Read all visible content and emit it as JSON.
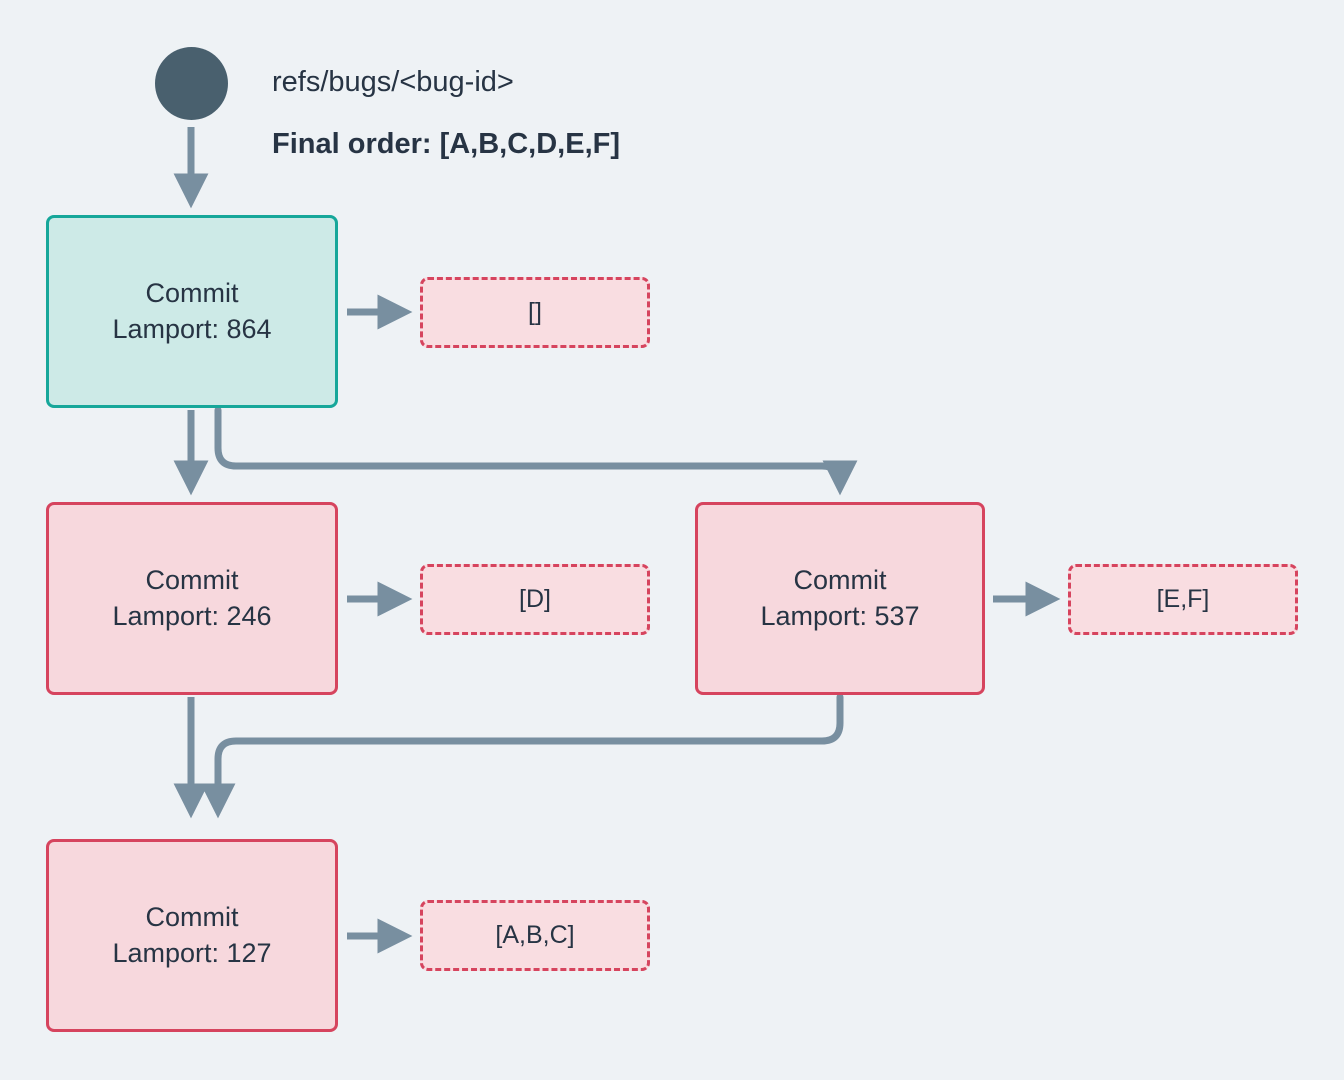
{
  "diagram": {
    "title_ref": "refs/bugs/<bug-id>",
    "final_order_label": "Final order: [A,B,C,D,E,F]",
    "background_color": "#eef2f5",
    "text_color": "#273444",
    "edge_color": "#788fa0",
    "root_node_color": "#49606e"
  },
  "nodes": [
    {
      "id": "root",
      "kind": "root-dot",
      "label": "",
      "color": "#49606e"
    },
    {
      "id": "commit-864",
      "kind": "commit",
      "line1": "Commit",
      "line2": "Lamport: 864",
      "lamport": 864,
      "fill": "#cdeae7",
      "stroke": "#16a79a",
      "tag_id": "tag-864"
    },
    {
      "id": "commit-246",
      "kind": "commit",
      "line1": "Commit",
      "line2": "Lamport: 246",
      "lamport": 246,
      "fill": "#f7d8dd",
      "stroke": "#d6445e",
      "tag_id": "tag-246"
    },
    {
      "id": "commit-537",
      "kind": "commit",
      "line1": "Commit",
      "line2": "Lamport: 537",
      "lamport": 537,
      "fill": "#f7d8dd",
      "stroke": "#d6445e",
      "tag_id": "tag-537"
    },
    {
      "id": "commit-127",
      "kind": "commit",
      "line1": "Commit",
      "line2": "Lamport: 127",
      "lamport": 127,
      "fill": "#f7d8dd",
      "stroke": "#d6445e",
      "tag_id": "tag-127"
    }
  ],
  "tags": [
    {
      "id": "tag-864",
      "label": "[]",
      "fill": "#f9dde1",
      "stroke": "#d6445e"
    },
    {
      "id": "tag-246",
      "label": "[D]",
      "fill": "#f9dde1",
      "stroke": "#d6445e"
    },
    {
      "id": "tag-537",
      "label": "[E,F]",
      "fill": "#f9dde1",
      "stroke": "#d6445e"
    },
    {
      "id": "tag-127",
      "label": "[A,B,C]",
      "fill": "#f9dde1",
      "stroke": "#d6445e"
    }
  ],
  "edges": [
    {
      "from": "root",
      "to": "commit-864"
    },
    {
      "from": "commit-864",
      "to": "commit-246"
    },
    {
      "from": "commit-864",
      "to": "commit-537"
    },
    {
      "from": "commit-246",
      "to": "commit-127"
    },
    {
      "from": "commit-537",
      "to": "commit-127"
    },
    {
      "from": "commit-864",
      "to": "tag-864"
    },
    {
      "from": "commit-246",
      "to": "tag-246"
    },
    {
      "from": "commit-537",
      "to": "tag-537"
    },
    {
      "from": "commit-127",
      "to": "tag-127"
    }
  ]
}
